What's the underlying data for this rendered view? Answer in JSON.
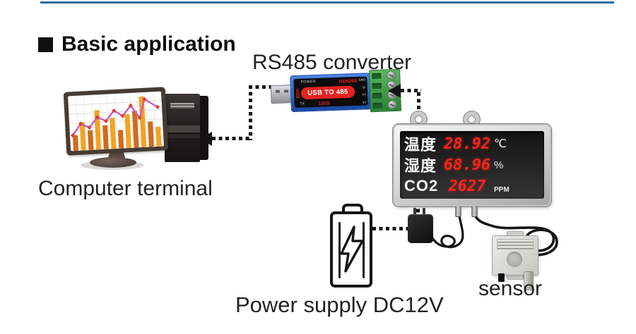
{
  "page": {
    "bg": "#ffffff",
    "rule_color": "#2b6ca3"
  },
  "title": {
    "text": "Basic application"
  },
  "labels": {
    "converter": "RS485 converter",
    "computer": "Computer terminal",
    "power_supply": "Power supply DC12V",
    "sensor": "sensor"
  },
  "converter": {
    "power_led": "POWER",
    "model": "HD6205",
    "name": "USB TO 485",
    "usb_side": "USB",
    "tx": "TX",
    "termination": "120Ω",
    "pins": [
      "GND",
      "B-",
      "A+",
      "V+"
    ]
  },
  "display": {
    "digit_color": "#f3251b",
    "rows": [
      {
        "label": "温度",
        "value": "28.92",
        "unit": "℃"
      },
      {
        "label": "湿度",
        "value": "68.96",
        "unit": "%"
      },
      {
        "label": "CO2",
        "value": "2627",
        "unit": "PPM"
      }
    ]
  },
  "monitor_chart": {
    "type": "bar",
    "bar_colors": [
      "#cf6b1e",
      "#f2a321"
    ],
    "bars": [
      22,
      40,
      28,
      56,
      34,
      44,
      26,
      48,
      52,
      72,
      36,
      28
    ],
    "line_color": "#c45ec2",
    "marker_color": "#d8413a",
    "line": [
      [
        4,
        56
      ],
      [
        16,
        40
      ],
      [
        28,
        46
      ],
      [
        40,
        32
      ],
      [
        52,
        38
      ],
      [
        64,
        24
      ],
      [
        76,
        32
      ],
      [
        88,
        18
      ],
      [
        100,
        36
      ],
      [
        108,
        10
      ],
      [
        126,
        22
      ]
    ]
  }
}
